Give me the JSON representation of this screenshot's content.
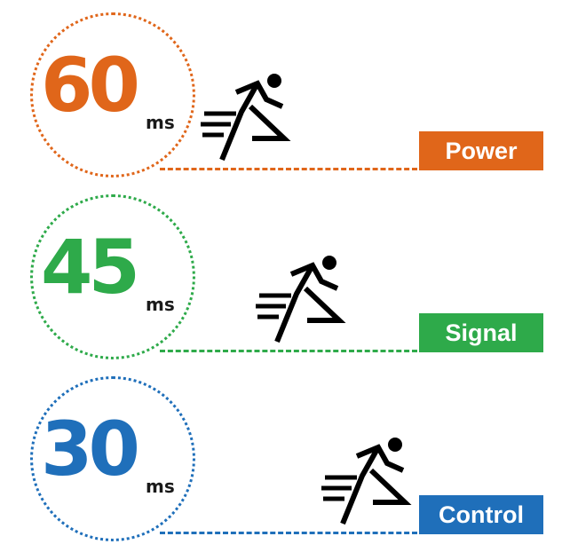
{
  "rows": [
    {
      "value": "60",
      "unit": "ms",
      "label": "Power",
      "color": "#e0661a",
      "icon": "running-person-icon"
    },
    {
      "value": "45",
      "unit": "ms",
      "label": "Signal",
      "color": "#2eaa4a",
      "icon": "running-person-icon"
    },
    {
      "value": "30",
      "unit": "ms",
      "label": "Control",
      "color": "#1f6fba",
      "icon": "running-person-icon"
    }
  ]
}
